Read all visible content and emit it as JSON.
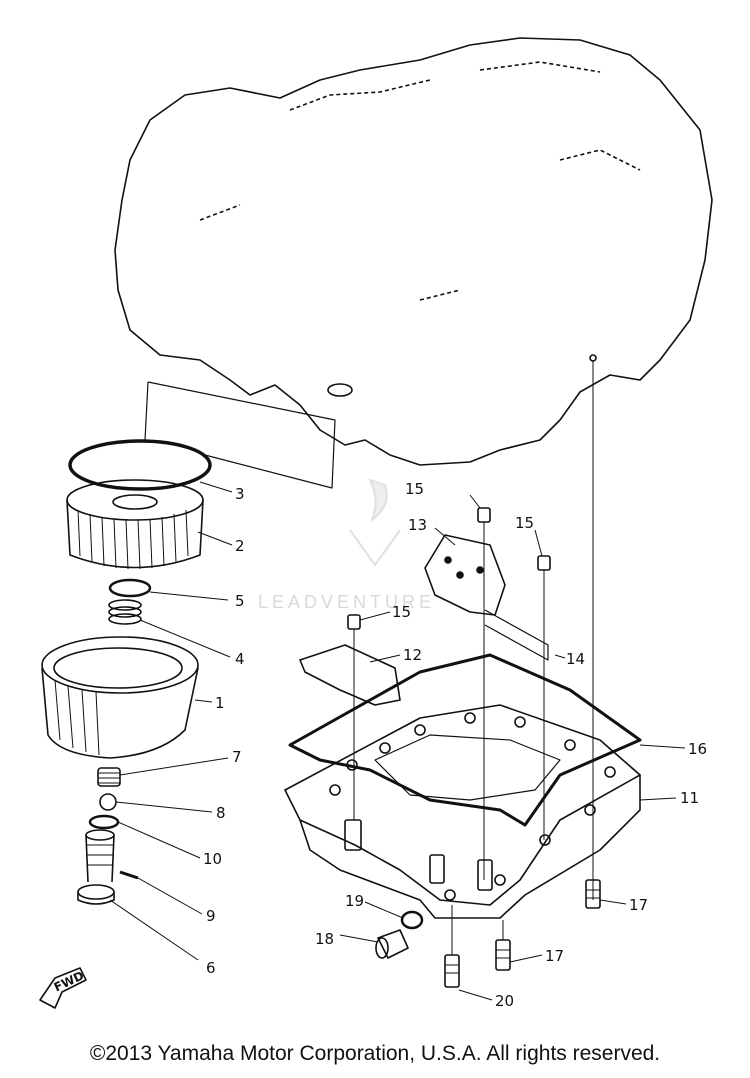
{
  "callouts": [
    "1",
    "2",
    "3",
    "4",
    "5",
    "6",
    "7",
    "8",
    "9",
    "10",
    "11",
    "12",
    "13",
    "14",
    "15",
    "15",
    "15",
    "16",
    "17",
    "17",
    "18",
    "19",
    "20"
  ],
  "fwd_label": "FWD",
  "watermark_text": "LEADVENTURE",
  "copyright": "©2013 Yamaha Motor Corporation, U.S.A. All rights reserved.",
  "colors": {
    "line": "#111111",
    "watermark": "#d9d9d9"
  }
}
